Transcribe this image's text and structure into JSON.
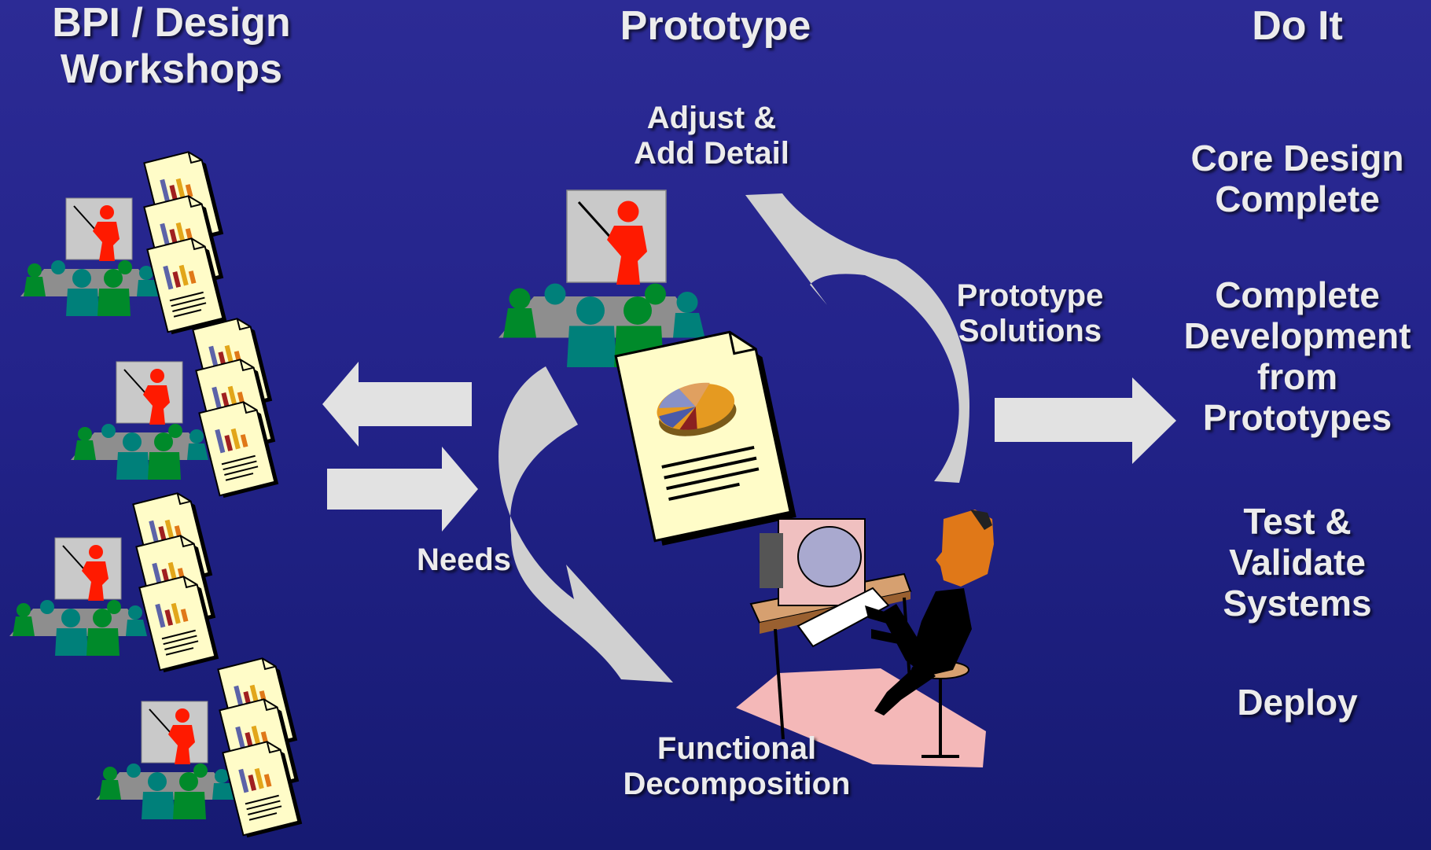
{
  "columns": {
    "left": {
      "title_line1": "BPI / Design",
      "title_line2": "Workshops"
    },
    "middle": {
      "title": "Prototype"
    },
    "right": {
      "title": "Do It"
    }
  },
  "cycle_labels": {
    "adjust_line1": "Adjust &",
    "adjust_line2": "Add Detail",
    "prototype_solutions_line1": "Prototype",
    "prototype_solutions_line2": "Solutions",
    "functional_line1": "Functional",
    "functional_line2": "Decomposition",
    "needs": "Needs"
  },
  "do_it_steps": [
    {
      "line1": "Core Design",
      "line2": "Complete"
    },
    {
      "line1": "Complete",
      "line2": "Development",
      "line3": "from",
      "line4": "Prototypes"
    },
    {
      "line1": "Test &",
      "line2": "Validate",
      "line3": "Systems"
    },
    {
      "line1": "Deploy"
    }
  ],
  "colors": {
    "background_top": "#2c2b95",
    "background_bottom": "#161a72",
    "text": "#ececec",
    "arrow_fill": "#e2e2e2",
    "presenter_red": "#ff1a00",
    "audience_green": "#008a2a",
    "audience_teal": "#00807a",
    "document_paper": "#fffcc8"
  },
  "icons": [
    "workshop-presentation-icon",
    "report-document-icon",
    "pie-chart-document-icon",
    "person-at-computer-icon"
  ]
}
